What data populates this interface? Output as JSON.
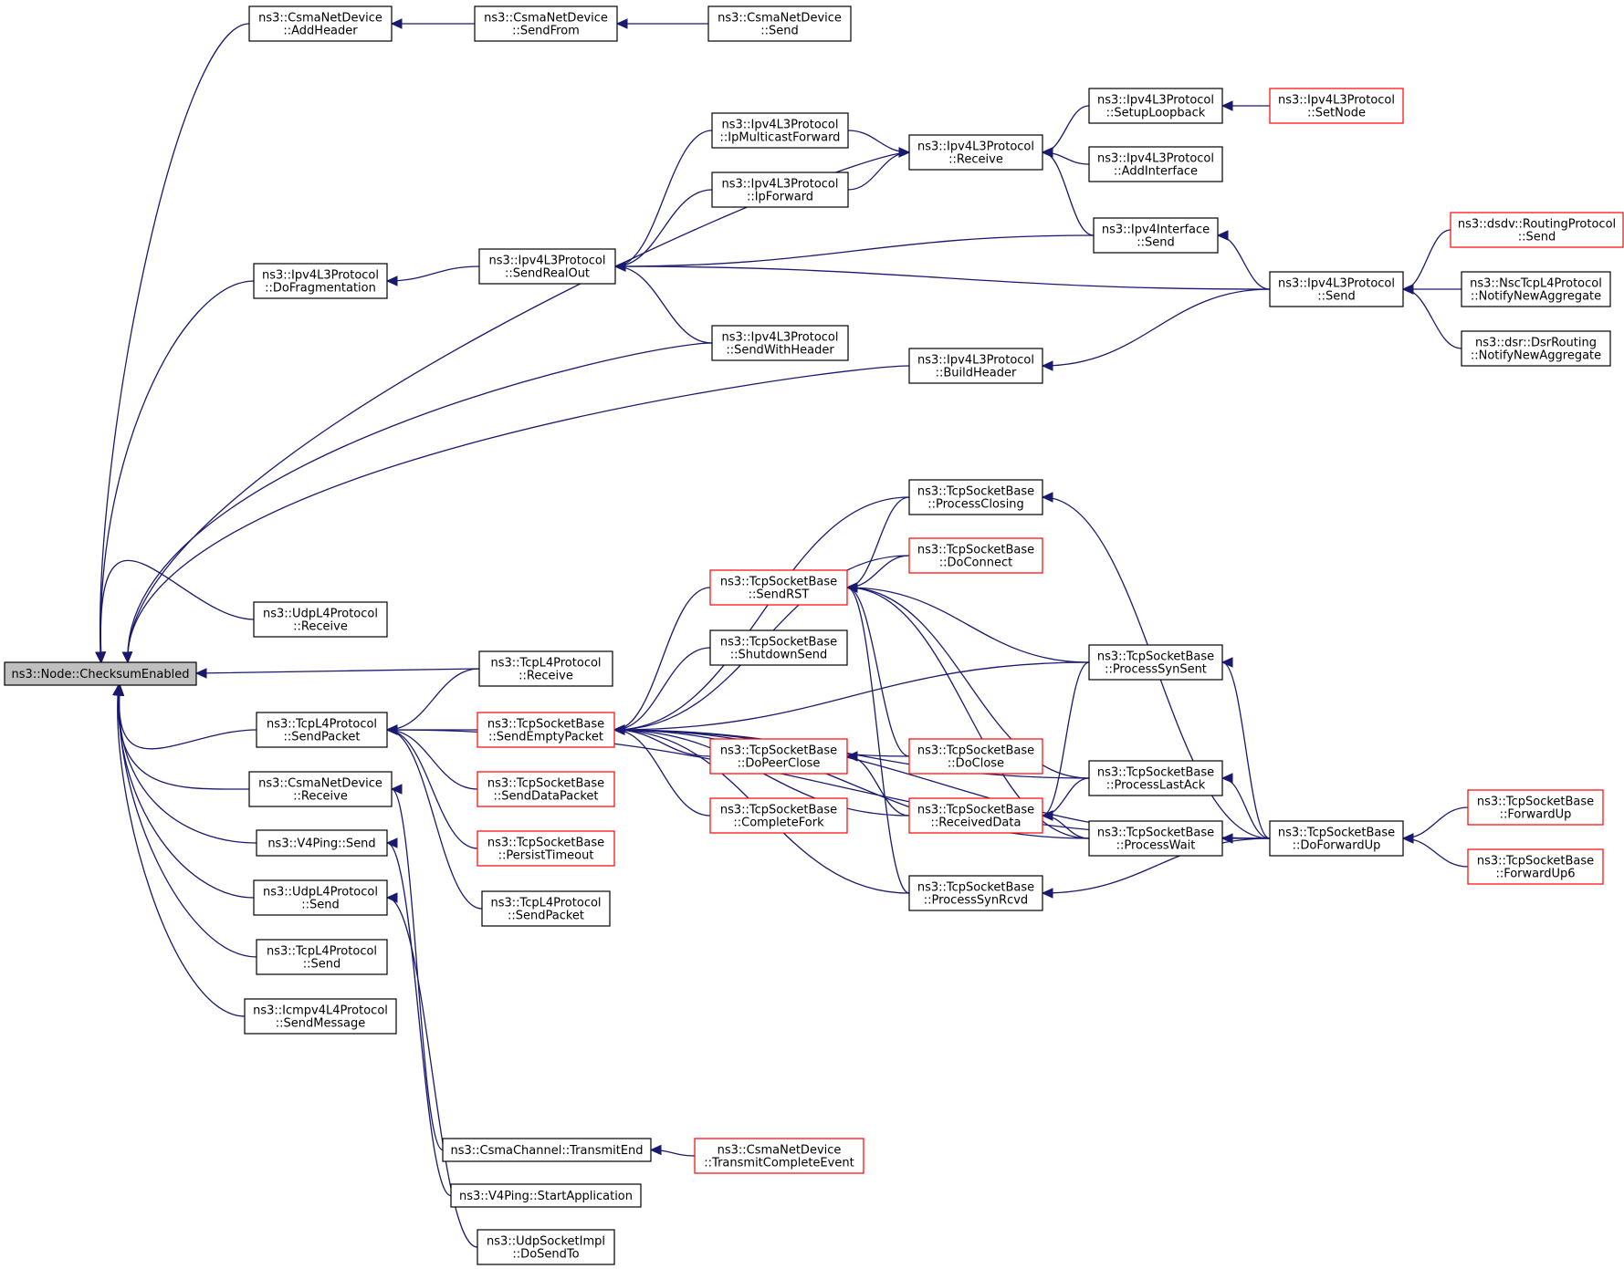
{
  "colors": {
    "edge": "#191970",
    "node_border": "#000000",
    "truncated_border": "#ff0000",
    "root_fill": "#bfbfbf"
  },
  "nodes": [
    {
      "id": "root",
      "lines": [
        "ns3::Node::ChecksumEnabled"
      ],
      "style": "root"
    },
    {
      "id": "csma_addheader",
      "lines": [
        "ns3::CsmaNetDevice",
        "::AddHeader"
      ],
      "style": "normal"
    },
    {
      "id": "csma_sendfrom",
      "lines": [
        "ns3::CsmaNetDevice",
        "::SendFrom"
      ],
      "style": "normal"
    },
    {
      "id": "csma_send",
      "lines": [
        "ns3::CsmaNetDevice",
        "::Send"
      ],
      "style": "normal"
    },
    {
      "id": "ipv4_setuploopback",
      "lines": [
        "ns3::Ipv4L3Protocol",
        "::SetupLoopback"
      ],
      "style": "normal"
    },
    {
      "id": "ipv4_setnode",
      "lines": [
        "ns3::Ipv4L3Protocol",
        "::SetNode"
      ],
      "style": "truncated"
    },
    {
      "id": "ipv4_ipmulticastforward",
      "lines": [
        "ns3::Ipv4L3Protocol",
        "::IpMulticastForward"
      ],
      "style": "normal"
    },
    {
      "id": "ipv4_receive",
      "lines": [
        "ns3::Ipv4L3Protocol",
        "::Receive"
      ],
      "style": "normal"
    },
    {
      "id": "ipv4_addinterface",
      "lines": [
        "ns3::Ipv4L3Protocol",
        "::AddInterface"
      ],
      "style": "normal"
    },
    {
      "id": "ipv4_ipforward",
      "lines": [
        "ns3::Ipv4L3Protocol",
        "::IpForward"
      ],
      "style": "normal"
    },
    {
      "id": "ipv4iface_send",
      "lines": [
        "ns3::Ipv4Interface",
        "::Send"
      ],
      "style": "normal"
    },
    {
      "id": "dsdv_send",
      "lines": [
        "ns3::dsdv::RoutingProtocol",
        "::Send"
      ],
      "style": "truncated"
    },
    {
      "id": "ipv4_dofragmentation",
      "lines": [
        "ns3::Ipv4L3Protocol",
        "::DoFragmentation"
      ],
      "style": "normal"
    },
    {
      "id": "ipv4_sendrealout",
      "lines": [
        "ns3::Ipv4L3Protocol",
        "::SendRealOut"
      ],
      "style": "normal"
    },
    {
      "id": "ipv4_send",
      "lines": [
        "ns3::Ipv4L3Protocol",
        "::Send"
      ],
      "style": "normal"
    },
    {
      "id": "nsc_notify",
      "lines": [
        "ns3::NscTcpL4Protocol",
        "::NotifyNewAggregate"
      ],
      "style": "normal"
    },
    {
      "id": "ipv4_sendwithheader",
      "lines": [
        "ns3::Ipv4L3Protocol",
        "::SendWithHeader"
      ],
      "style": "normal"
    },
    {
      "id": "dsr_notify",
      "lines": [
        "ns3::dsr::DsrRouting",
        "::NotifyNewAggregate"
      ],
      "style": "normal"
    },
    {
      "id": "ipv4_buildheader",
      "lines": [
        "ns3::Ipv4L3Protocol",
        "::BuildHeader"
      ],
      "style": "normal"
    },
    {
      "id": "tcpsb_processclosing",
      "lines": [
        "ns3::TcpSocketBase",
        "::ProcessClosing"
      ],
      "style": "normal"
    },
    {
      "id": "tcpsb_doconnect",
      "lines": [
        "ns3::TcpSocketBase",
        "::DoConnect"
      ],
      "style": "truncated"
    },
    {
      "id": "tcpsb_sendrst",
      "lines": [
        "ns3::TcpSocketBase",
        "::SendRST"
      ],
      "style": "truncated"
    },
    {
      "id": "udpl4_receive",
      "lines": [
        "ns3::UdpL4Protocol",
        "::Receive"
      ],
      "style": "normal"
    },
    {
      "id": "tcpsb_shutdownsend",
      "lines": [
        "ns3::TcpSocketBase",
        "::ShutdownSend"
      ],
      "style": "normal"
    },
    {
      "id": "tcpl4_receive",
      "lines": [
        "ns3::TcpL4Protocol",
        "::Receive"
      ],
      "style": "normal"
    },
    {
      "id": "tcpsb_processsynsent",
      "lines": [
        "ns3::TcpSocketBase",
        "::ProcessSynSent"
      ],
      "style": "normal"
    },
    {
      "id": "tcpl4_sendpacket",
      "lines": [
        "ns3::TcpL4Protocol",
        "::SendPacket"
      ],
      "style": "normal"
    },
    {
      "id": "tcpsb_sendemptypacket",
      "lines": [
        "ns3::TcpSocketBase",
        "::SendEmptyPacket"
      ],
      "style": "truncated"
    },
    {
      "id": "tcpsb_dopeerclose",
      "lines": [
        "ns3::TcpSocketBase",
        "::DoPeerClose"
      ],
      "style": "truncated"
    },
    {
      "id": "tcpsb_doclose",
      "lines": [
        "ns3::TcpSocketBase",
        "::DoClose"
      ],
      "style": "truncated"
    },
    {
      "id": "tcpsb_processlastack",
      "lines": [
        "ns3::TcpSocketBase",
        "::ProcessLastAck"
      ],
      "style": "normal"
    },
    {
      "id": "csma_receive",
      "lines": [
        "ns3::CsmaNetDevice",
        "::Receive"
      ],
      "style": "normal"
    },
    {
      "id": "tcpsb_senddatapacket",
      "lines": [
        "ns3::TcpSocketBase",
        "::SendDataPacket"
      ],
      "style": "truncated"
    },
    {
      "id": "tcpsb_forwardup",
      "lines": [
        "ns3::TcpSocketBase",
        "::ForwardUp"
      ],
      "style": "truncated"
    },
    {
      "id": "tcpsb_completefork",
      "lines": [
        "ns3::TcpSocketBase",
        "::CompleteFork"
      ],
      "style": "truncated"
    },
    {
      "id": "tcpsb_receiveddata",
      "lines": [
        "ns3::TcpSocketBase",
        "::ReceivedData"
      ],
      "style": "truncated"
    },
    {
      "id": "v4ping_send",
      "lines": [
        "ns3::V4Ping::Send"
      ],
      "style": "normal"
    },
    {
      "id": "tcpsb_processwait",
      "lines": [
        "ns3::TcpSocketBase",
        "::ProcessWait"
      ],
      "style": "normal"
    },
    {
      "id": "tcpsb_doforwardup",
      "lines": [
        "ns3::TcpSocketBase",
        "::DoForwardUp"
      ],
      "style": "normal"
    },
    {
      "id": "tcpsb_persisttimeout",
      "lines": [
        "ns3::TcpSocketBase",
        "::PersistTimeout"
      ],
      "style": "truncated"
    },
    {
      "id": "tcpsb_forwardup6",
      "lines": [
        "ns3::TcpSocketBase",
        "::ForwardUp6"
      ],
      "style": "truncated"
    },
    {
      "id": "udpl4_send",
      "lines": [
        "ns3::UdpL4Protocol",
        "::Send"
      ],
      "style": "normal"
    },
    {
      "id": "tcpsb_processsynrcvd",
      "lines": [
        "ns3::TcpSocketBase",
        "::ProcessSynRcvd"
      ],
      "style": "normal"
    },
    {
      "id": "tcpl4_sendpacket2",
      "lines": [
        "ns3::TcpL4Protocol",
        "::SendPacket"
      ],
      "style": "normal"
    },
    {
      "id": "tcpl4_send",
      "lines": [
        "ns3::TcpL4Protocol",
        "::Send"
      ],
      "style": "normal"
    },
    {
      "id": "icmpv4_sendmessage",
      "lines": [
        "ns3::Icmpv4L4Protocol",
        "::SendMessage"
      ],
      "style": "normal"
    },
    {
      "id": "csmach_transmitend",
      "lines": [
        "ns3::CsmaChannel::TransmitEnd"
      ],
      "style": "normal"
    },
    {
      "id": "csma_transmitcomplete",
      "lines": [
        "ns3::CsmaNetDevice",
        "::TransmitCompleteEvent"
      ],
      "style": "truncated"
    },
    {
      "id": "v4ping_startapp",
      "lines": [
        "ns3::V4Ping::StartApplication"
      ],
      "style": "normal"
    },
    {
      "id": "udpsock_dosendto",
      "lines": [
        "ns3::UdpSocketImpl",
        "::DoSendTo"
      ],
      "style": "normal"
    }
  ],
  "edges": [
    [
      "csma_addheader",
      "root"
    ],
    [
      "csma_sendfrom",
      "csma_addheader"
    ],
    [
      "csma_send",
      "csma_sendfrom"
    ],
    [
      "ipv4_receive",
      "root"
    ],
    [
      "ipv4_setuploopback",
      "ipv4_receive"
    ],
    [
      "ipv4_setnode",
      "ipv4_setuploopback"
    ],
    [
      "ipv4_addinterface",
      "ipv4_receive"
    ],
    [
      "ipv4iface_send",
      "ipv4_receive"
    ],
    [
      "ipv4_ipmulticastforward",
      "ipv4_receive"
    ],
    [
      "ipv4_ipforward",
      "ipv4_receive"
    ],
    [
      "ipv4_dofragmentation",
      "root"
    ],
    [
      "ipv4_sendrealout",
      "ipv4_dofragmentation"
    ],
    [
      "ipv4_ipmulticastforward",
      "ipv4_sendrealout"
    ],
    [
      "ipv4_ipforward",
      "ipv4_sendrealout"
    ],
    [
      "ipv4iface_send",
      "ipv4_sendrealout"
    ],
    [
      "ipv4_send",
      "ipv4_sendrealout"
    ],
    [
      "ipv4_sendwithheader",
      "ipv4_sendrealout"
    ],
    [
      "ipv4_send",
      "ipv4iface_send"
    ],
    [
      "dsdv_send",
      "ipv4_send"
    ],
    [
      "nsc_notify",
      "ipv4_send"
    ],
    [
      "dsr_notify",
      "ipv4_send"
    ],
    [
      "ipv4_sendwithheader",
      "root"
    ],
    [
      "ipv4_buildheader",
      "root"
    ],
    [
      "ipv4_send",
      "ipv4_buildheader"
    ],
    [
      "udpl4_receive",
      "root"
    ],
    [
      "tcpl4_receive",
      "root"
    ],
    [
      "tcpl4_sendpacket",
      "root"
    ],
    [
      "csma_receive",
      "root"
    ],
    [
      "v4ping_send",
      "root"
    ],
    [
      "udpl4_send",
      "root"
    ],
    [
      "tcpl4_send",
      "root"
    ],
    [
      "icmpv4_sendmessage",
      "root"
    ],
    [
      "tcpl4_receive",
      "tcpl4_sendpacket"
    ],
    [
      "tcpsb_sendemptypacket",
      "tcpl4_sendpacket"
    ],
    [
      "tcpsb_senddatapacket",
      "tcpl4_sendpacket"
    ],
    [
      "tcpsb_persisttimeout",
      "tcpl4_sendpacket"
    ],
    [
      "tcpl4_sendpacket2",
      "tcpl4_sendpacket"
    ],
    [
      "tcpsb_doforwardup",
      "tcpl4_sendpacket"
    ],
    [
      "tcpsb_sendrst",
      "tcpsb_sendemptypacket"
    ],
    [
      "tcpsb_shutdownsend",
      "tcpsb_sendemptypacket"
    ],
    [
      "tcpsb_processclosing",
      "tcpsb_sendemptypacket"
    ],
    [
      "tcpsb_doconnect",
      "tcpsb_sendemptypacket"
    ],
    [
      "tcpsb_processsynsent",
      "tcpsb_sendemptypacket"
    ],
    [
      "tcpsb_doclose",
      "tcpsb_sendemptypacket"
    ],
    [
      "tcpsb_dopeerclose",
      "tcpsb_sendemptypacket"
    ],
    [
      "tcpsb_completefork",
      "tcpsb_sendemptypacket"
    ],
    [
      "tcpsb_receiveddata",
      "tcpsb_sendemptypacket"
    ],
    [
      "tcpsb_processsynrcvd",
      "tcpsb_sendemptypacket"
    ],
    [
      "tcpsb_processlastack",
      "tcpsb_sendemptypacket"
    ],
    [
      "tcpsb_processwait",
      "tcpsb_sendemptypacket"
    ],
    [
      "tcpsb_doforwardup",
      "tcpsb_sendemptypacket"
    ],
    [
      "tcpsb_processclosing",
      "tcpsb_sendrst"
    ],
    [
      "tcpsb_doconnect",
      "tcpsb_sendrst"
    ],
    [
      "tcpsb_processsynsent",
      "tcpsb_sendrst"
    ],
    [
      "tcpsb_doclose",
      "tcpsb_sendrst"
    ],
    [
      "tcpsb_processlastack",
      "tcpsb_sendrst"
    ],
    [
      "tcpsb_processwait",
      "tcpsb_sendrst"
    ],
    [
      "tcpsb_processsynrcvd",
      "tcpsb_sendrst"
    ],
    [
      "tcpsb_receiveddata",
      "tcpsb_dopeerclose"
    ],
    [
      "tcpsb_processsynsent",
      "tcpsb_receiveddata"
    ],
    [
      "tcpsb_processlastack",
      "tcpsb_receiveddata"
    ],
    [
      "tcpsb_processwait",
      "tcpsb_receiveddata"
    ],
    [
      "tcpsb_doforwardup",
      "tcpsb_processclosing"
    ],
    [
      "tcpsb_doforwardup",
      "tcpsb_processsynsent"
    ],
    [
      "tcpsb_doforwardup",
      "tcpsb_processlastack"
    ],
    [
      "tcpsb_doforwardup",
      "tcpsb_processwait"
    ],
    [
      "tcpsb_doforwardup",
      "tcpsb_processsynrcvd"
    ],
    [
      "tcpsb_forwardup",
      "tcpsb_doforwardup"
    ],
    [
      "tcpsb_forwardup6",
      "tcpsb_doforwardup"
    ],
    [
      "csmach_transmitend",
      "csma_receive"
    ],
    [
      "csma_transmitcomplete",
      "csmach_transmitend"
    ],
    [
      "v4ping_startapp",
      "v4ping_send"
    ],
    [
      "udpsock_dosendto",
      "udpl4_send"
    ]
  ]
}
